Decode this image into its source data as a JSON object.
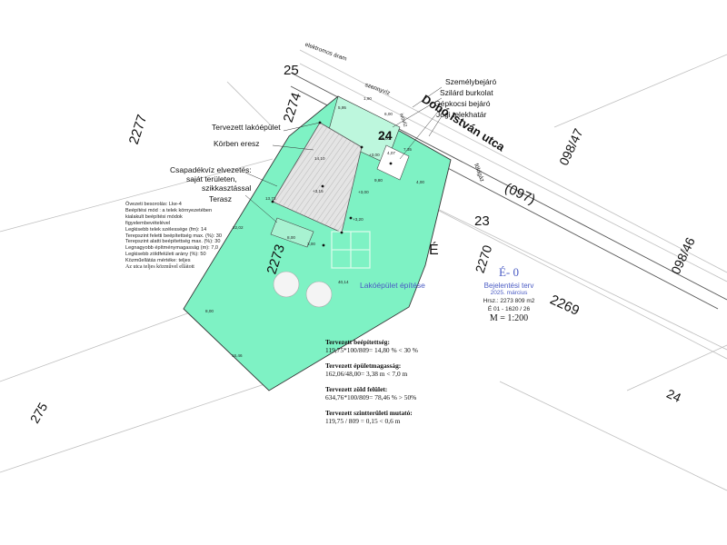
{
  "street": {
    "name": "Dobó István utca",
    "parcel": "24"
  },
  "parcels": {
    "p25": "25",
    "p2274": "2274",
    "p2277": "2277",
    "p2273": "2273",
    "p23": "23",
    "p2270": "2270",
    "p2269": "2269",
    "p09847": "098/47",
    "p097": "(097)",
    "p09846": "098/46",
    "p24b": "24",
    "p2275": "275"
  },
  "north_mark": "É",
  "utilities": {
    "electric": "elektromos áram",
    "water": "szennyvíz",
    "sewer": "ivóvíz",
    "gas": "földgáz"
  },
  "legend_right": [
    "Személybejáró",
    "Szilárd burkolat",
    "Gépkocsi bejáró",
    "Jogi telekhatár"
  ],
  "legend_left": {
    "building": "Tervezett lakóépület",
    "eaves": "Körben eresz",
    "rain": "Csapadékvíz elvezetés:",
    "rain2": "saját területen,",
    "rain3": "szikkasztással",
    "terrace": "Terasz"
  },
  "zoning": {
    "lines": [
      "Övezeti besorolás:  Lke-4",
      "Beépítési mód : a telek környezetében",
      "kialakult beépítési módok",
      "figyelembevételével",
      "Legkisebb telek szélessége (fm):  14",
      "Terepszint feletti beépítettség max. (%): 30",
      "Terepszint alatti beépítettség max. (%): 30",
      "Legnagyobb építménymagasság (m): 7,0",
      "Legkisebb zöldfelületi arány (%): 50",
      "Közműellátás mértéke: teljes"
    ],
    "last": "Az utca teljes közművel ellátott"
  },
  "project_label": "Lakóépület építése",
  "stats": [
    {
      "title": "Tervezett beépítettség:",
      "value": "119,75*100/809= 14,80 % < 30 %"
    },
    {
      "title": "Tervezett épületmagasság:",
      "value": "162,06/48,00= 3,38 m <  7,0 m"
    },
    {
      "title": "Tervezett zöld felület:",
      "value": "634,76*100/809= 78,46 % > 50%"
    },
    {
      "title": "Tervezett szintterületi mutató:",
      "value": "119,75 / 809 = 0,15 <  0,6 m"
    }
  ],
  "titleblock": {
    "code": "É- 0",
    "title": "Bejelentési terv",
    "date": "2025. március",
    "hrsz": "Hrsz.:  2273     809 m2",
    "sheet": "É 01 - 1620 / 26",
    "scale": "M = 1:200"
  },
  "dims": {
    "d1": "1,90",
    "d2": "5,95",
    "d3": "6,00",
    "d4": "8,00",
    "d5": "14,10",
    "d6": "+3,00",
    "d7": "+3,00",
    "d8": "+3,20",
    "d9": "+3,15",
    "d10": "13,73",
    "d11": "22,02",
    "d12": "8,00",
    "d13": "9,80",
    "d14": "4,00",
    "d15": "7,35",
    "d16": "40,14",
    "d17": "8,00",
    "d18": "16,46",
    "d19": "3,00",
    "d20": "4,07"
  },
  "colors": {
    "parcel_fill": "#7ef2c4",
    "accent": "#4a5bc4",
    "line": "#333333"
  }
}
